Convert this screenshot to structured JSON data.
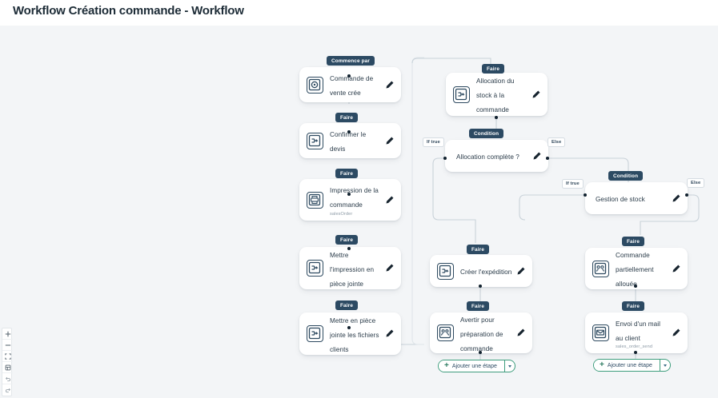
{
  "header": {
    "title": "Workflow Création commande - Workflow"
  },
  "canvas": {
    "background": "#f3f5f7",
    "badge_color": "#2c4a63",
    "accent_green": "#3e9d7d"
  },
  "badges": {
    "start": "Commence par",
    "do": "Faire",
    "condition": "Condition",
    "if_true": "If true",
    "else": "Else"
  },
  "nodes": [
    {
      "id": "sale-order-created",
      "title": "Commande de vente crée",
      "subtitle": "",
      "icon": "target-circle-icon",
      "badge": "Commence par"
    },
    {
      "id": "confirm-quotation",
      "title": "Confirmer le devis",
      "subtitle": "",
      "icon": "action-arrow-icon",
      "badge": "Faire"
    },
    {
      "id": "print-order",
      "title": "Impression de la commande",
      "subtitle": "salesOrder",
      "icon": "printer-icon",
      "badge": "Faire"
    },
    {
      "id": "attach-print",
      "title": "Mettre l'impression en pièce jointe",
      "subtitle": "",
      "icon": "action-arrow-icon",
      "badge": "Faire"
    },
    {
      "id": "attach-customer-files",
      "title": "Mettre en pièce jointe les fichiers clients",
      "subtitle": "",
      "icon": "action-arrow-icon",
      "badge": "Faire"
    },
    {
      "id": "stock-allocation",
      "title": "Allocation du stock à la commande",
      "subtitle": "",
      "icon": "action-arrow-icon",
      "badge": "Faire"
    },
    {
      "id": "allocation-complete",
      "title": "Allocation complète ?",
      "subtitle": "",
      "icon": "",
      "badge": "Condition",
      "branch_true": "If true",
      "branch_else": "Else"
    },
    {
      "id": "stock-management",
      "title": "Gestion de stock",
      "subtitle": "",
      "icon": "",
      "badge": "Condition",
      "branch_true": "If true",
      "branch_else": "Else"
    },
    {
      "id": "create-shipment",
      "title": "Créer l'expédition",
      "subtitle": "",
      "icon": "action-arrow-icon",
      "badge": "Faire"
    },
    {
      "id": "notify-preparation",
      "title": "Avertir pour préparation de commande",
      "subtitle": "",
      "icon": "notify-icon",
      "badge": "Faire"
    },
    {
      "id": "partially-allocated",
      "title": "Commande partiellement allouée",
      "subtitle": "",
      "icon": "notify-icon",
      "badge": "Faire"
    },
    {
      "id": "send-mail-client",
      "title": "Envoi d'un mail au client",
      "subtitle": "sales_order_send",
      "icon": "mail-icon",
      "badge": "Faire"
    }
  ],
  "add_step": {
    "label": "Ajouter une étape",
    "plus": "+"
  },
  "toolbar": {
    "zoom_in": "zoom-in",
    "zoom_out": "zoom-out",
    "fit_view": "fit-view",
    "lock": "lock",
    "undo": "undo",
    "redo": "redo"
  }
}
